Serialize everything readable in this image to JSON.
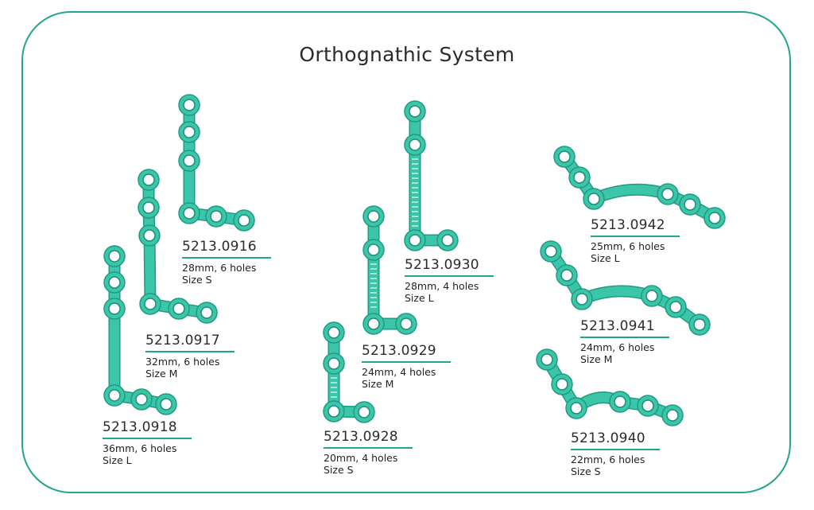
{
  "title": "Orthognathic System",
  "colors": {
    "border": "#23a58c",
    "plate": "#3cc6a9",
    "plate_edge": "#1f9b84",
    "rule": "#1fa58a"
  },
  "products": [
    {
      "code": "5213.0916",
      "length": "28mm, 6 holes",
      "size": "Size S"
    },
    {
      "code": "5213.0917",
      "length": "32mm, 6 holes",
      "size": "Size M"
    },
    {
      "code": "5213.0918",
      "length": "36mm, 6 holes",
      "size": "Size L"
    },
    {
      "code": "5213.0930",
      "length": "28mm, 4 holes",
      "size": "Size L"
    },
    {
      "code": "5213.0929",
      "length": "24mm, 4 holes",
      "size": "Size M"
    },
    {
      "code": "5213.0928",
      "length": "20mm, 4 holes",
      "size": "Size S"
    },
    {
      "code": "5213.0942",
      "length": "25mm, 6 holes",
      "size": "Size L"
    },
    {
      "code": "5213.0941",
      "length": "24mm, 6 holes",
      "size": "Size M"
    },
    {
      "code": "5213.0940",
      "length": "22mm, 6 holes",
      "size": "Size S"
    }
  ]
}
